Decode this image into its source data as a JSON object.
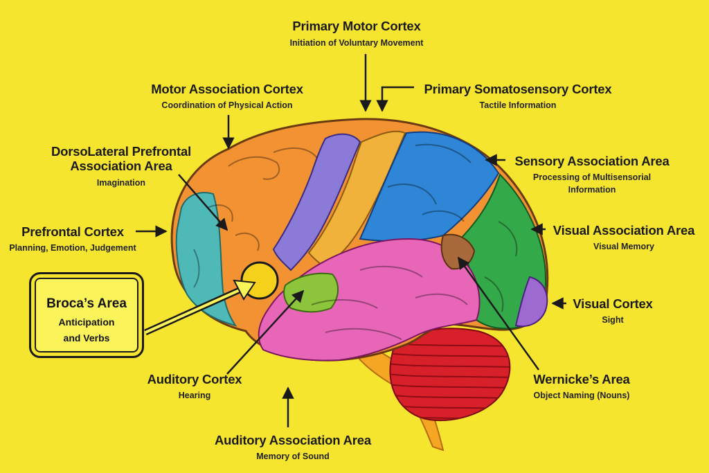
{
  "labels": {
    "primary_motor": {
      "title": "Primary Motor Cortex",
      "sub": "Initiation of Voluntary Movement"
    },
    "motor_association": {
      "title": "Motor Association Cortex",
      "sub": "Coordination of Physical Action"
    },
    "primary_somatosensory": {
      "title": "Primary Somatosensory Cortex",
      "sub": "Tactile Information"
    },
    "dorsolateral": {
      "title_line1": "DorsoLateral Prefrontal",
      "title_line2": "Association Area",
      "sub": "Imagination"
    },
    "sensory_association": {
      "title": "Sensory Association Area",
      "sub_line1": "Processing of Multisensorial",
      "sub_line2": "Information"
    },
    "prefrontal": {
      "title": "Prefrontal Cortex",
      "sub": "Planning, Emotion, Judgement"
    },
    "visual_association": {
      "title": "Visual Association Area",
      "sub": "Visual Memory"
    },
    "broca": {
      "title": "Broca’s Area",
      "sub_line1": "Anticipation",
      "sub_line2": "and Verbs"
    },
    "visual_cortex": {
      "title": "Visual Cortex",
      "sub": "Sight"
    },
    "auditory_cortex": {
      "title": "Auditory Cortex",
      "sub": "Hearing"
    },
    "wernicke": {
      "title": "Wernicke’s Area",
      "sub": "Object Naming (Nouns)"
    },
    "auditory_association": {
      "title": "Auditory Association Area",
      "sub": "Memory of Sound"
    }
  },
  "colors": {
    "background": "#f6e52f",
    "frontal_orange": "#f29233",
    "prefrontal_teal": "#4fb9b8",
    "motor_purple": "#8b7ad8",
    "somatosensory_yellow": "#f0b23a",
    "parietal_blue": "#2f86d6",
    "occipital_green": "#34a94a",
    "temporal_pink": "#e866b8",
    "cerebellum_red": "#d8202a",
    "brainstem_orange": "#f5a623",
    "broca_yellow": "#f6d11c",
    "auditory_green": "#8cc43b",
    "wernicke_brown": "#a86a3a",
    "visual_violet": "#9f6ad0"
  }
}
